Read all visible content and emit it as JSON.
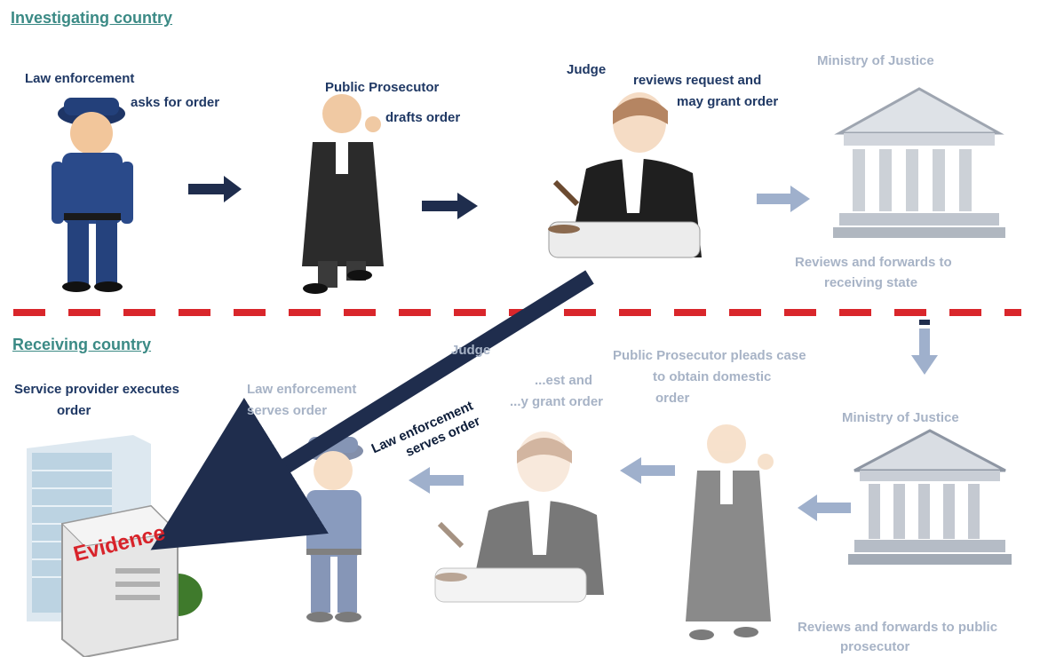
{
  "headings": {
    "investigating": "Investigating country",
    "receiving": "Receiving country"
  },
  "top": {
    "law_enforcement": "Law enforcement",
    "asks_for_order": "asks for order",
    "public_prosecutor": "Public Prosecutor",
    "drafts_order": "drafts order",
    "judge": "Judge",
    "reviews_request": "reviews request and",
    "may_grant_order": "may grant order",
    "ministry": "Ministry of Justice",
    "reviews_forwards_1": "Reviews and forwards to",
    "reviews_forwards_2": "receiving state"
  },
  "bottom": {
    "service_provider_1": "Service provider executes",
    "service_provider_2": "order",
    "law_enf_faded_1": "Law enforcement",
    "law_enf_faded_2": "serves order",
    "law_enf_bold_1": "Law enforcement",
    "law_enf_bold_2": "serves order",
    "judge_faded_1": "Judge",
    "judge_faded_2": "...est and",
    "judge_faded_3": "...y grant order",
    "prosecutor_1": "Public Prosecutor pleads case",
    "prosecutor_2": "to obtain domestic",
    "prosecutor_3": "order",
    "ministry": "Ministry of Justice",
    "reviews_forwards_1": "Reviews and forwards to public",
    "reviews_forwards_2": "prosecutor",
    "evidence": "Evidence"
  },
  "colors": {
    "dark_arrow": "#1f2d4d",
    "faded_arrow": "#9fb0cc",
    "divider": "#d9262b",
    "heading": "#3b8a85"
  }
}
